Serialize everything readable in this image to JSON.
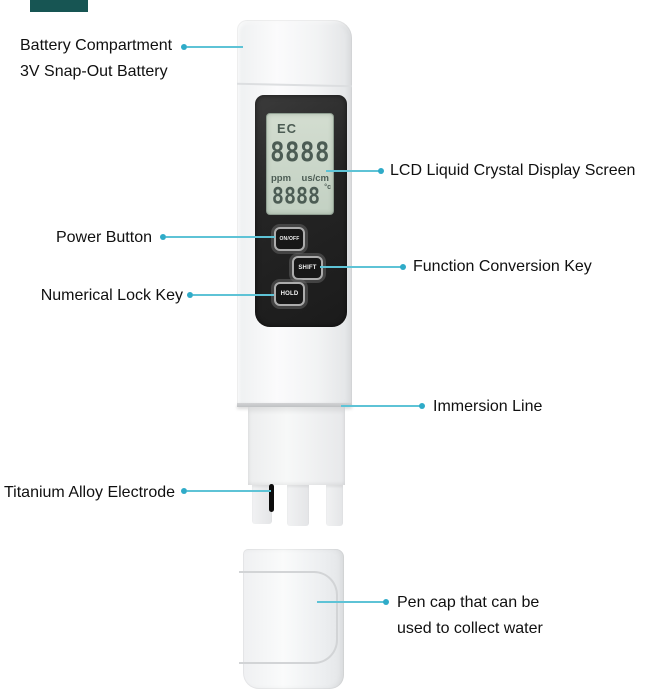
{
  "callouts": {
    "battery_line1": "Battery Compartment",
    "battery_line2": "3V Snap-Out Battery",
    "lcd": "LCD Liquid Crystal Display Screen",
    "power": "Power Button",
    "function_key": "Function Conversion Key",
    "numerical_lock": "Numerical Lock Key",
    "immersion": "Immersion Line",
    "electrode": "Titanium Alloy Electrode",
    "pencap_line1": "Pen cap that can be",
    "pencap_line2": "used to collect water"
  },
  "device": {
    "lcd": {
      "mode": "EC",
      "main_value": "8888",
      "unit_left": "ppm",
      "unit_right": "us/cm",
      "secondary_value": "8888",
      "secondary_unit": "°c"
    },
    "buttons": {
      "power": "ON/OFF",
      "shift": "SHIFT",
      "hold": "HOLD"
    }
  },
  "colors": {
    "callout_line": "#5ec3d6",
    "callout_dot": "#2fabc8",
    "lcd_bg": "#c9d6c8",
    "lcd_text": "#4c5c54",
    "panel_dark": "#242424",
    "banner_remnant": "#175553"
  }
}
